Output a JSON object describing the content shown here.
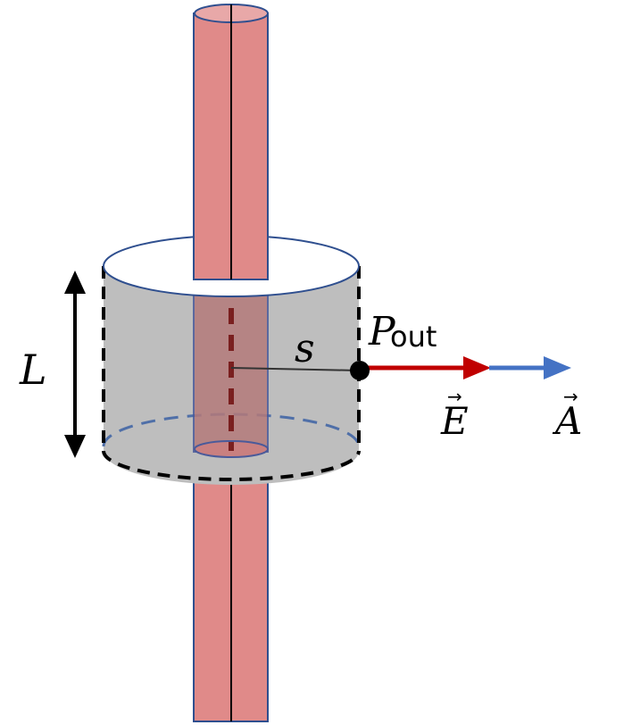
{
  "labels": {
    "length": "L",
    "radius": "s",
    "point": "P",
    "point_subscript": "out",
    "field": "E",
    "area": "A"
  },
  "colors": {
    "wire_fill": "#e08a89",
    "wire_stroke": "#2f4f8f",
    "cylinder_fill": "#bebebe",
    "field_arrow": "#c00000",
    "area_arrow": "#4472c4",
    "dashed_bottom": "#4f6fa8"
  }
}
